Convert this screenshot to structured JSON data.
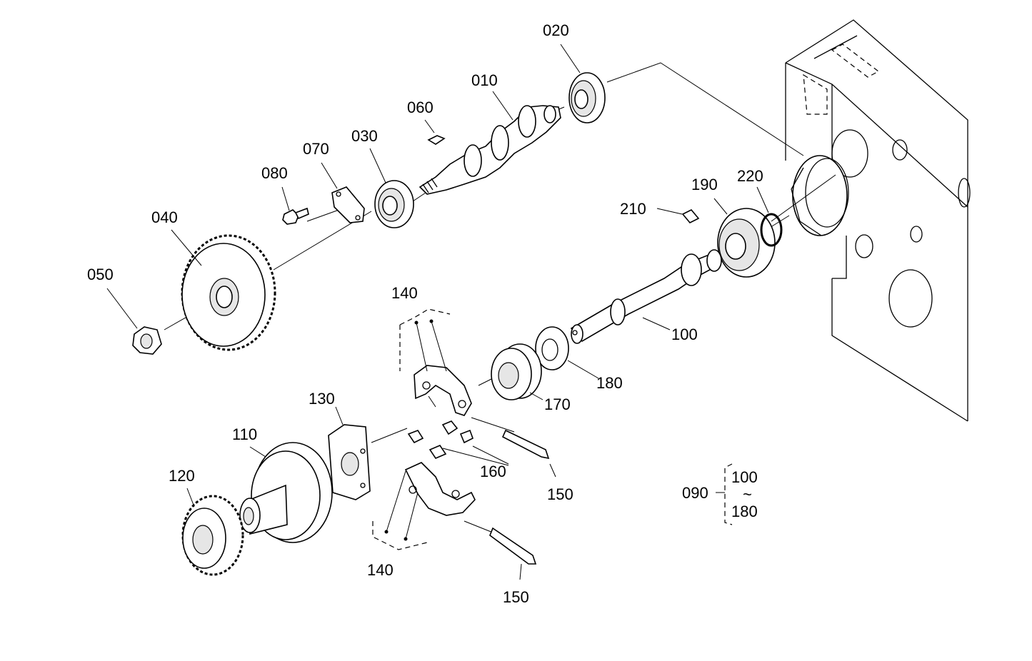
{
  "labels": {
    "p010": "010",
    "p020": "020",
    "p030": "030",
    "p040": "040",
    "p050": "050",
    "p060": "060",
    "p070": "070",
    "p080": "080",
    "p090": "090",
    "p100": "100",
    "p110": "110",
    "p120": "120",
    "p130": "130",
    "p140a": "140",
    "p140b": "140",
    "p150a": "150",
    "p150b": "150",
    "p160": "160",
    "p170": "170",
    "p180": "180",
    "p190": "190",
    "p210": "210",
    "p220": "220",
    "kit_top": "100",
    "kit_tilde": "~",
    "kit_bottom": "180"
  }
}
